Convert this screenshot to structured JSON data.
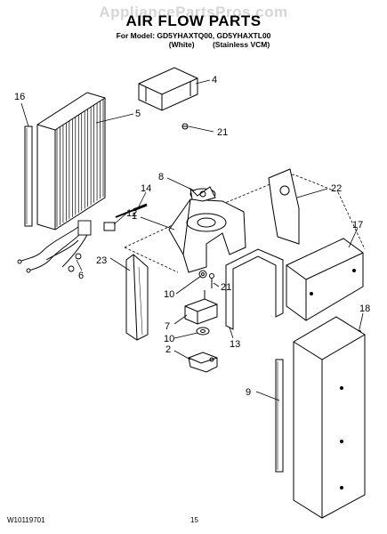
{
  "header": {
    "watermark": "AppliancePartsPros.com",
    "title": "AIR FLOW PARTS",
    "model_line": "For Model: GD5YHAXTQ00, GD5YHAXTL00",
    "variant_white": "(White)",
    "variant_stainless": "(Stainless VCM)"
  },
  "footer": {
    "doc_number": "W10119701",
    "page_number": "15"
  },
  "parts": [
    {
      "id": "p16",
      "label": "16"
    },
    {
      "id": "p5",
      "label": "5"
    },
    {
      "id": "p4",
      "label": "4"
    },
    {
      "id": "p21a",
      "label": "21"
    },
    {
      "id": "p8",
      "label": "8"
    },
    {
      "id": "p14",
      "label": "14"
    },
    {
      "id": "p22",
      "label": "22"
    },
    {
      "id": "p12",
      "label": "12"
    },
    {
      "id": "p1",
      "label": "1"
    },
    {
      "id": "p17",
      "label": "17"
    },
    {
      "id": "p23",
      "label": "23"
    },
    {
      "id": "p6",
      "label": "6"
    },
    {
      "id": "p10a",
      "label": "10"
    },
    {
      "id": "p21b",
      "label": "21"
    },
    {
      "id": "p7",
      "label": "7"
    },
    {
      "id": "p10b",
      "label": "10"
    },
    {
      "id": "p13",
      "label": "13"
    },
    {
      "id": "p18",
      "label": "18"
    },
    {
      "id": "p2",
      "label": "2"
    },
    {
      "id": "p9",
      "label": "9"
    }
  ]
}
